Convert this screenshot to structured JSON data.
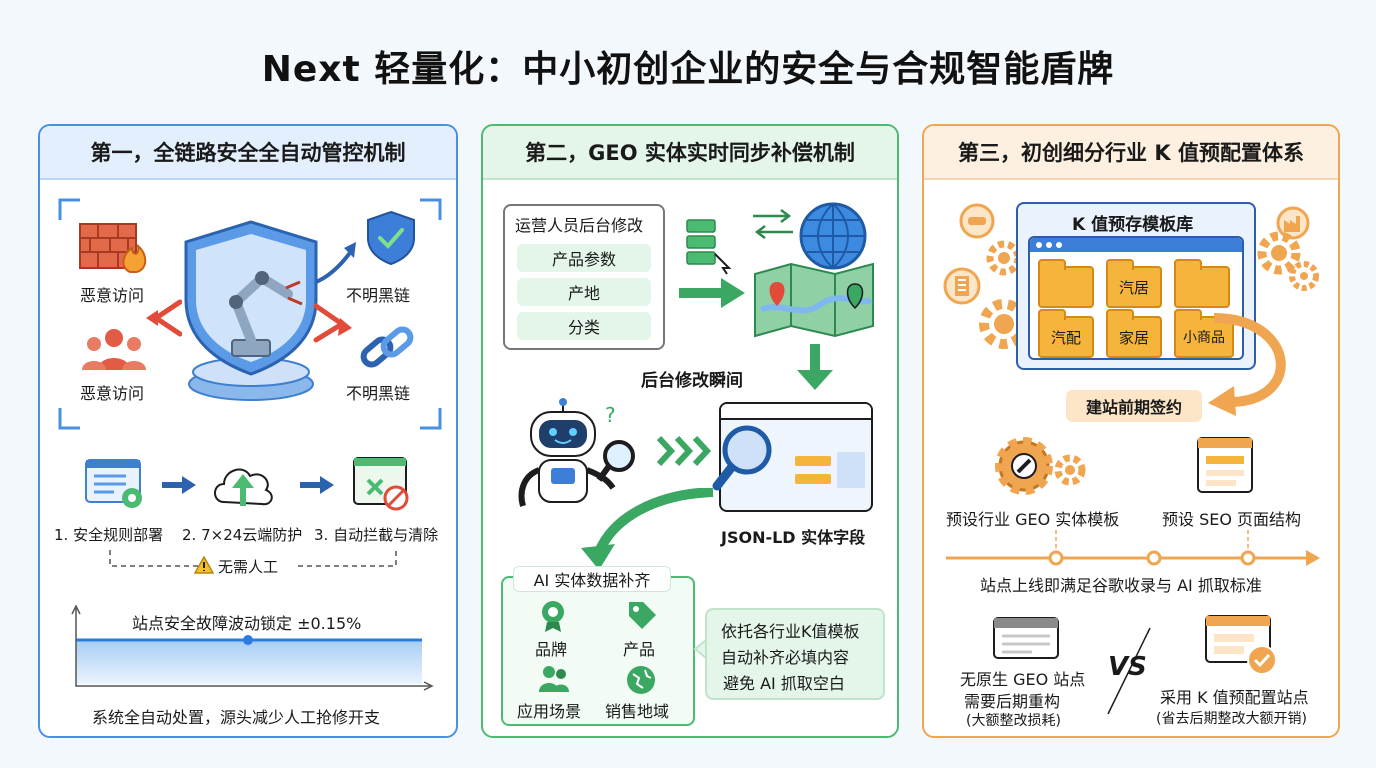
{
  "title": "Next 轻量化：中小初创企业的安全与合规智能盾牌",
  "panel1": {
    "heading": "第一，全链路安全全自动管控机制",
    "threats": {
      "tl": "恶意访问",
      "bl": "恶意访问",
      "tr": "不明黑链",
      "br": "不明黑链"
    },
    "steps": [
      "1. 安全规则部署",
      "2. 7×24云端防护",
      "3. 自动拦截与清除"
    ],
    "no_human": "无需人工",
    "chart_label": "站点安全故障波动锁定 ±0.15%",
    "footer": "系统全自动处置，源头减少人工抢修开支",
    "colors": {
      "accent": "#4a90e2"
    }
  },
  "panel2": {
    "heading": "第二，GEO 实体实时同步补偿机制",
    "ops_title": "运营人员后台修改",
    "ops_items": [
      "产品参数",
      "产地",
      "分类"
    ],
    "moment": "后台修改瞬间",
    "jsonld": "JSON-LD 实体字段",
    "ai_box_title": "AI 实体数据补齐",
    "ai_items": [
      "品牌",
      "产品",
      "应用场景",
      "销售地域"
    ],
    "note": [
      "依托各行业K值模板",
      "自动补齐必填内容",
      "避免 AI 抓取空白"
    ],
    "colors": {
      "accent": "#4cbb72"
    }
  },
  "panel3": {
    "heading": "第三，初创细分行业 K 值预配置体系",
    "library_title": "K 值预存模板库",
    "folders": [
      "",
      "汽居",
      "",
      "汽配",
      "家居",
      "小商品"
    ],
    "sign": "建站前期签约",
    "preset_geo": "预设行业 GEO 实体模板",
    "preset_seo": "预设 SEO 页面结构",
    "timeline_label": "站点上线即满足谷歌收录与 AI 抓取标准",
    "vs": "VS",
    "left_compare": [
      "无原生 GEO 站点",
      "需要后期重构",
      "(大额整改损耗)"
    ],
    "right_compare": [
      "采用 K 值预配置站点",
      "(省去后期整改大额开销)"
    ],
    "colors": {
      "accent": "#f0a550"
    }
  }
}
